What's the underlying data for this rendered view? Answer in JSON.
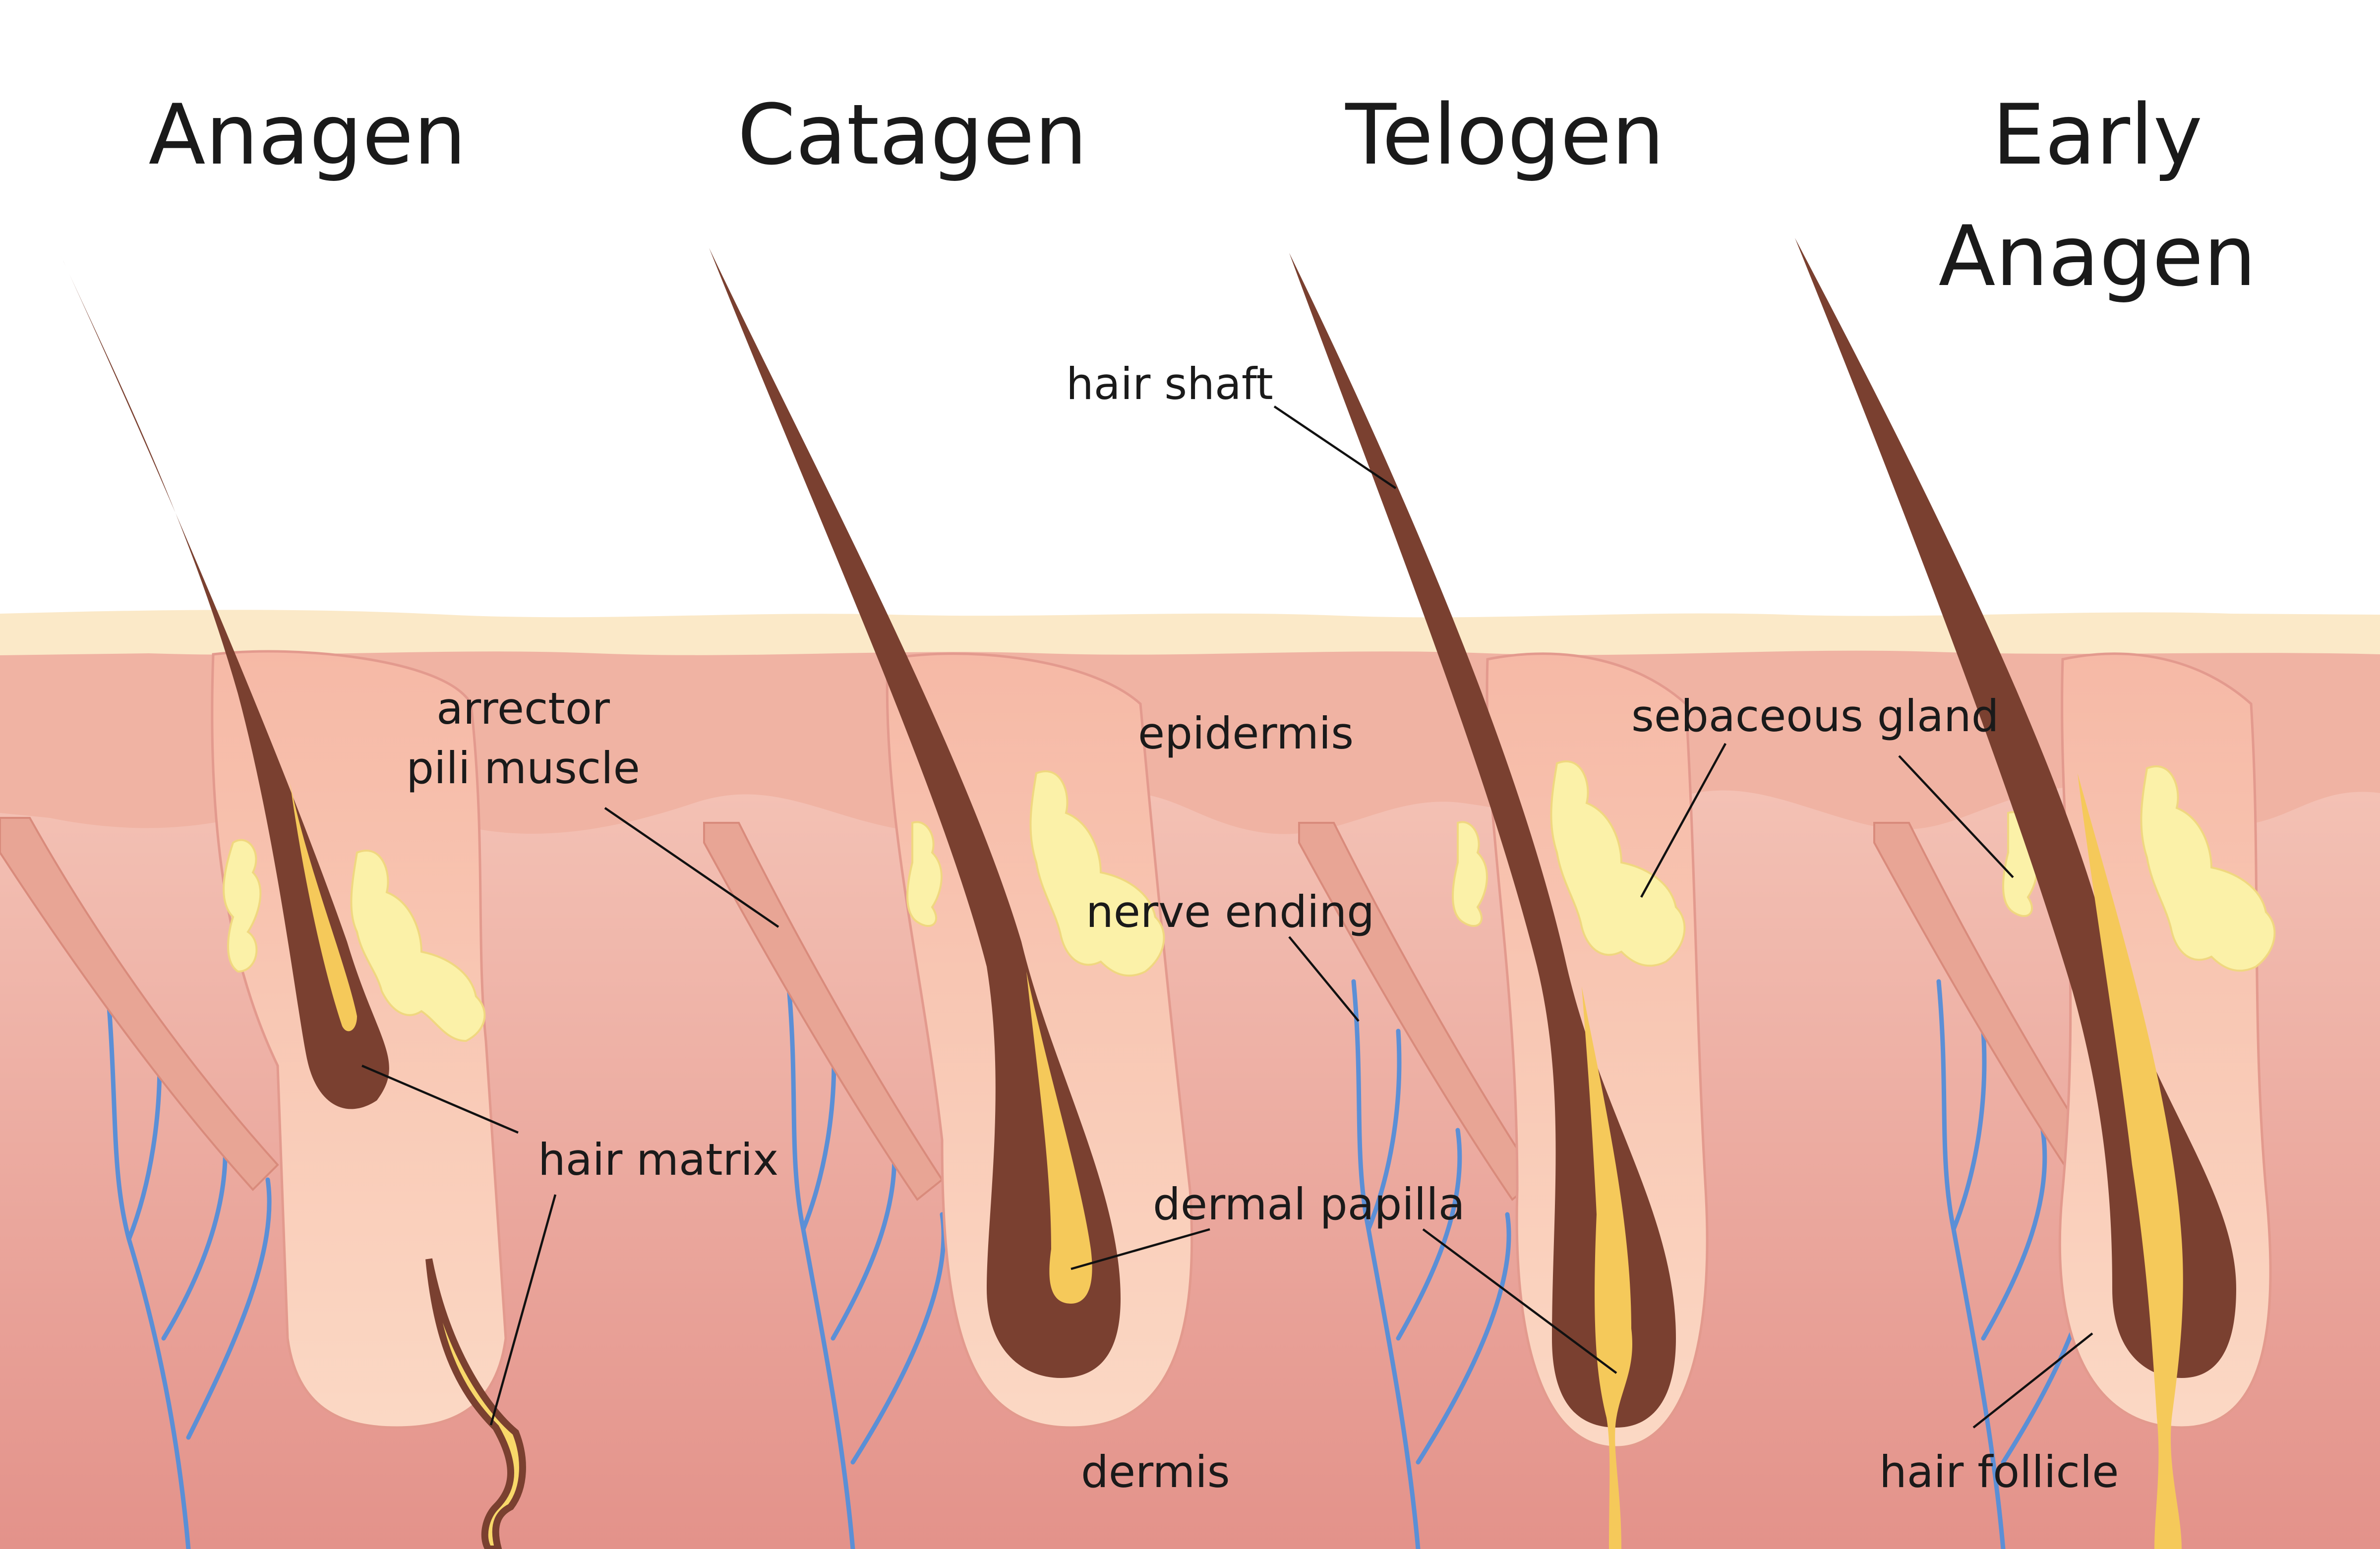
{
  "stages": [
    {
      "id": "anagen",
      "title_lines": [
        "Anagen"
      ]
    },
    {
      "id": "catagen",
      "title_lines": [
        "Catagen"
      ]
    },
    {
      "id": "telogen",
      "title_lines": [
        "Telogen"
      ]
    },
    {
      "id": "early-anagen",
      "title_lines": [
        "Early",
        "Anagen"
      ]
    }
  ],
  "labels": {
    "hair_shaft": "hair shaft",
    "arrector_pili_line1": "arrector",
    "arrector_pili_line2": "pili muscle",
    "epidermis": "epidermis",
    "sebaceous_gland": "sebaceous gland",
    "nerve_ending": "nerve ending",
    "hair_matrix": "hair matrix",
    "dermal_papilla": "dermal papilla",
    "dermis": "dermis",
    "hair_follicle": "hair follicle"
  },
  "colors": {
    "skin_surface": "#fbe9c8",
    "epidermis": "#f0b4a4",
    "dermis_top": "#f6c5b6",
    "dermis_bottom": "#e3928a",
    "follicle_sheath": "#f9cdb9",
    "follicle_outline": "#e39a8e",
    "hair_dark": "#7a4030",
    "hair_light": "#9a5f45",
    "papilla": "#f8d86a",
    "sebaceous": "#fbf1a8",
    "nerve": "#5b8fd6",
    "muscle": "#e8a595"
  }
}
